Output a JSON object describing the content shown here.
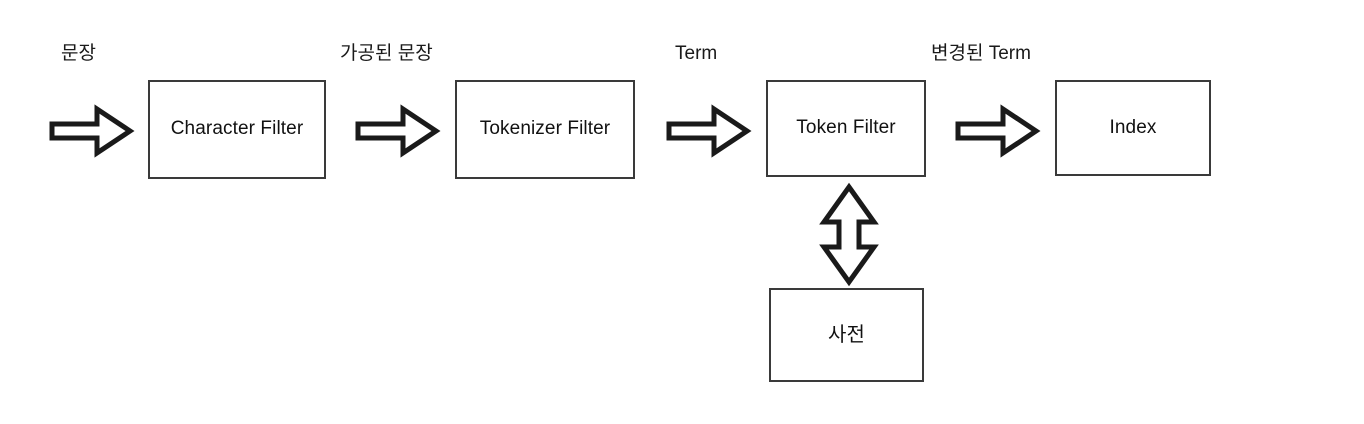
{
  "diagram": {
    "type": "flow",
    "background_color": "#ffffff",
    "stroke_color": "#3a3a3a",
    "arrow_fill_color": "#ffffff",
    "arrow_stroke_color": "#1a1a1a",
    "text_color": "#1a1a1a",
    "nodes": [
      {
        "id": "character-filter",
        "label": "Character Filter",
        "script": "latin"
      },
      {
        "id": "tokenizer-filter",
        "label": "Tokenizer Filter",
        "script": "latin"
      },
      {
        "id": "token-filter",
        "label": "Token Filter",
        "script": "latin"
      },
      {
        "id": "index",
        "label": "Index",
        "script": "latin"
      },
      {
        "id": "dictionary",
        "label": "사전",
        "script": "korean"
      }
    ],
    "edge_labels": [
      {
        "id": "sentence",
        "label": "문장"
      },
      {
        "id": "processed-sentence",
        "label": "가공된 문장"
      },
      {
        "id": "term",
        "label": "Term"
      },
      {
        "id": "changed-term",
        "label": "변경된 Term"
      }
    ],
    "arrows": [
      {
        "id": "arrow-to-character-filter",
        "direction": "right"
      },
      {
        "id": "arrow-to-tokenizer-filter",
        "direction": "right"
      },
      {
        "id": "arrow-to-token-filter",
        "direction": "right"
      },
      {
        "id": "arrow-to-index",
        "direction": "right"
      },
      {
        "id": "arrow-token-filter-dictionary",
        "direction": "bidirectional-vertical"
      }
    ]
  }
}
